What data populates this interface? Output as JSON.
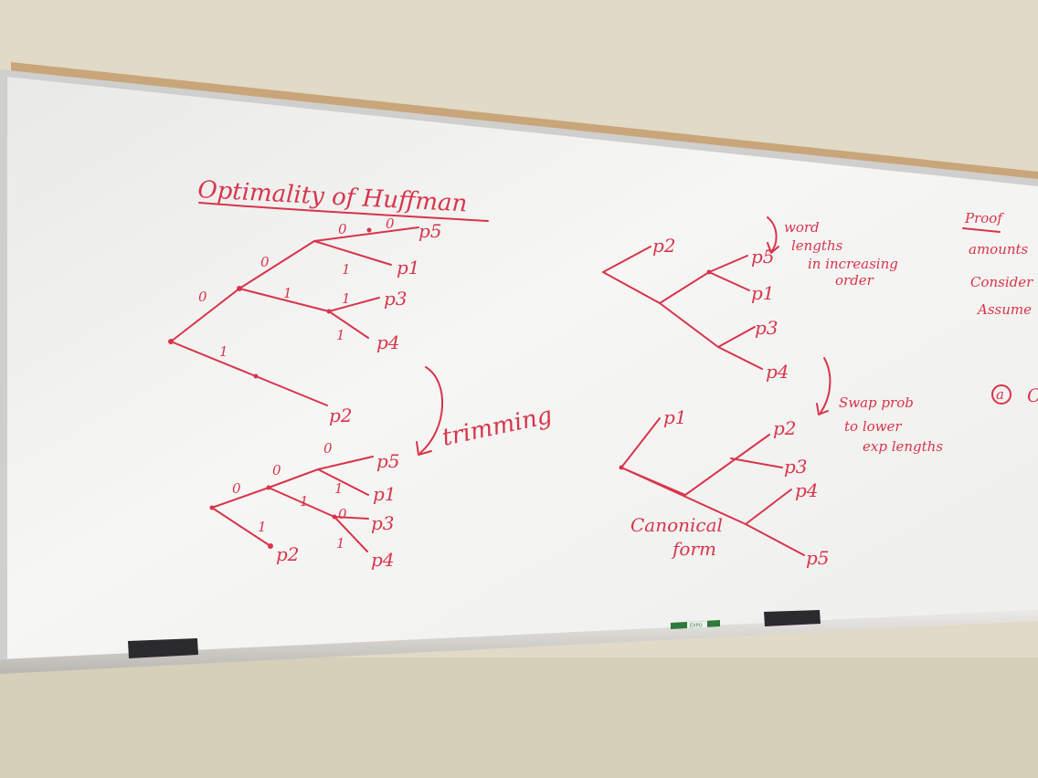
{
  "board": {
    "title": "Optimality of Huffman",
    "top_left_tree": {
      "leaves": [
        "p5",
        "p1",
        "p3",
        "p4",
        "p2"
      ],
      "bits": [
        "0",
        "0",
        "0",
        "1",
        "1",
        "0",
        "1",
        "1",
        "1"
      ]
    },
    "trimming_label": "trimming",
    "bottom_left_tree": {
      "leaves": [
        "p5",
        "p1",
        "p3",
        "p4",
        "p2"
      ],
      "bits": [
        "0",
        "0",
        "0",
        "1",
        "1",
        "0",
        "1",
        "1"
      ]
    },
    "top_right_tree": {
      "leaves": [
        "p2",
        "p5",
        "p1",
        "p3",
        "p4"
      ]
    },
    "word_lengths_note": [
      "word",
      "lengths",
      "in increasing",
      "order"
    ],
    "swap_note": [
      "Swap prob",
      "to lower",
      "exp lengths"
    ],
    "bottom_right_tree": {
      "leaves": [
        "p1",
        "p2",
        "p3",
        "p4",
        "p5"
      ]
    },
    "canonical_label": [
      "Canonical",
      "form"
    ],
    "proof_column": {
      "heading": "Proof",
      "lines": [
        "amounts",
        "Consider",
        "Assume"
      ],
      "item_marker": "a",
      "item_letter": "C"
    },
    "marker_label": "EXPO",
    "ink_color": "#d8344c",
    "board_color": "#f4f4f2",
    "wall_color": "#e0dac6"
  }
}
